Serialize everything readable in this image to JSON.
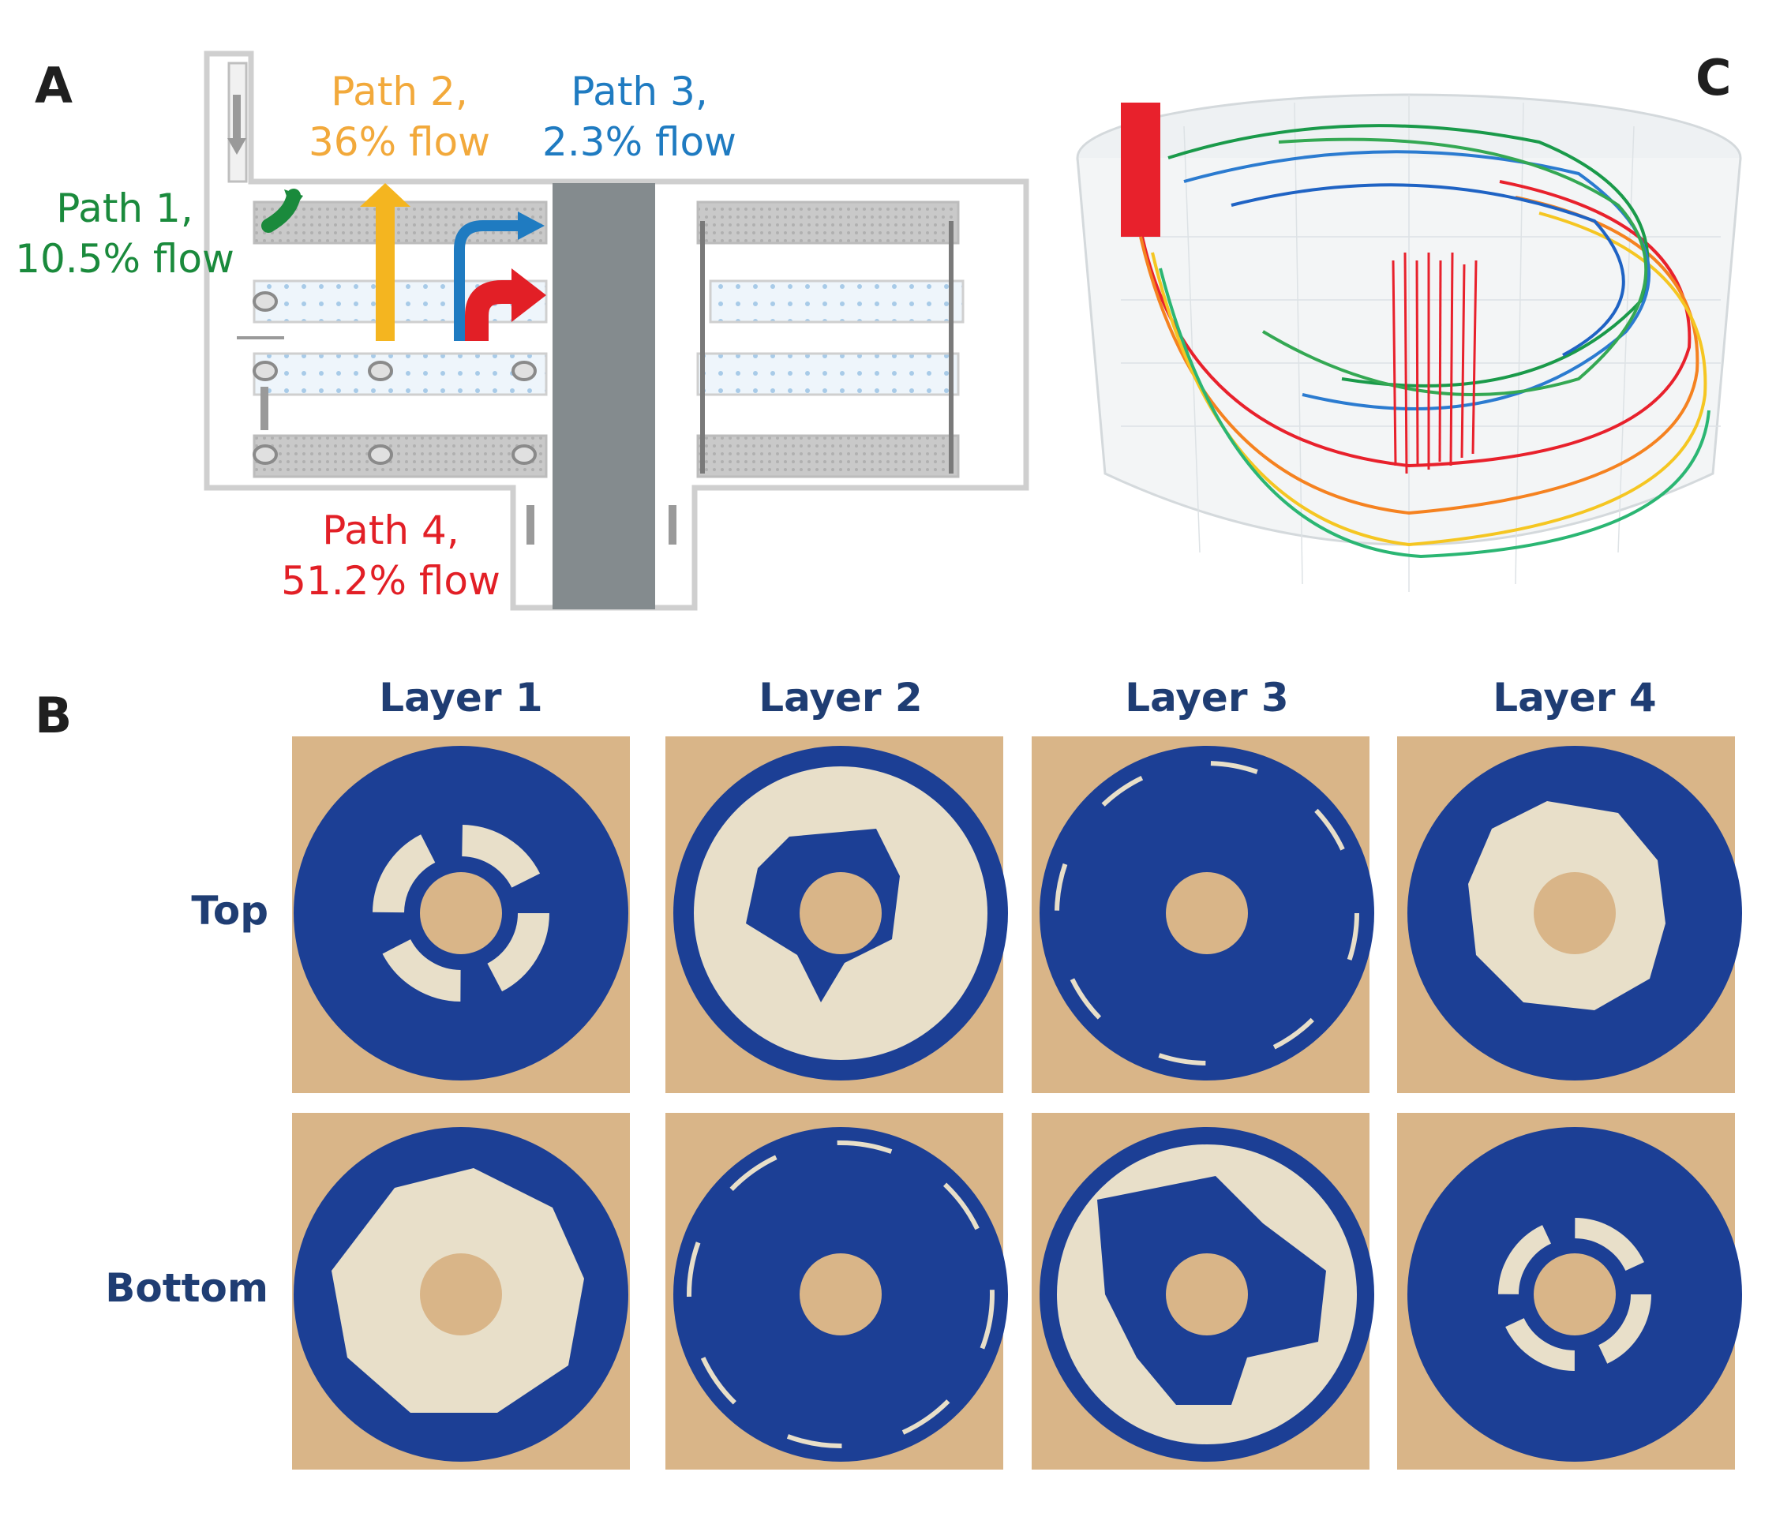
{
  "panels": {
    "a": "A",
    "b": "B",
    "c": "C"
  },
  "diagram": {
    "paths": [
      {
        "label": "Path 1,\n10.5% flow",
        "color": "#1a8a3c"
      },
      {
        "label": "Path 2,\n36% flow",
        "color": "#f2a93b"
      },
      {
        "label": "Path 3,\n2.3% flow",
        "color": "#1f7bc1"
      },
      {
        "label": "Path 4,\n51.2% flow",
        "color": "#e21f26"
      }
    ]
  },
  "grid": {
    "columns": [
      "Layer 1",
      "Layer 2",
      "Layer 3",
      "Layer 4"
    ],
    "rows": [
      "Top",
      "Bottom"
    ]
  },
  "colors": {
    "stain": "#1c3f95",
    "wood": "#d9b588",
    "filter": "#e8dfc9"
  }
}
